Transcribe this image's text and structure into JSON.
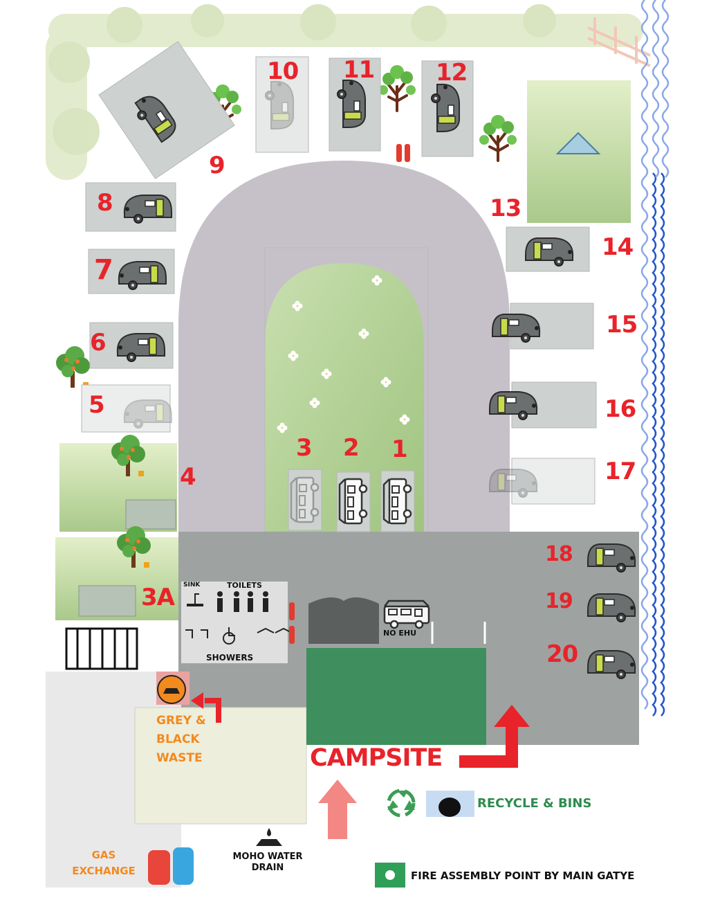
{
  "map": {
    "pitches": [
      {
        "id": "1",
        "type": "motorhome"
      },
      {
        "id": "2",
        "type": "motorhome"
      },
      {
        "id": "3",
        "type": "motorhome"
      },
      {
        "id": "3A",
        "type": "grass"
      },
      {
        "id": "4",
        "type": "grass"
      },
      {
        "id": "5",
        "type": "caravan"
      },
      {
        "id": "6",
        "type": "caravan"
      },
      {
        "id": "7",
        "type": "caravan"
      },
      {
        "id": "8",
        "type": "caravan"
      },
      {
        "id": "9",
        "type": "caravan"
      },
      {
        "id": "10",
        "type": "caravan"
      },
      {
        "id": "11",
        "type": "caravan"
      },
      {
        "id": "12",
        "type": "caravan"
      },
      {
        "id": "13",
        "type": "tent"
      },
      {
        "id": "14",
        "type": "caravan"
      },
      {
        "id": "15",
        "type": "caravan"
      },
      {
        "id": "16",
        "type": "caravan"
      },
      {
        "id": "17",
        "type": "caravan"
      },
      {
        "id": "18",
        "type": "caravan"
      },
      {
        "id": "19",
        "type": "caravan"
      },
      {
        "id": "20",
        "type": "caravan"
      }
    ],
    "facilities": {
      "sink": "SINK",
      "toilets": "TOILETS",
      "showers": "SHOWERS",
      "no_ehu": "NO EHU"
    },
    "labels": {
      "grey_black_waste": "GREY & BLACK WASTE",
      "campsite": "CAMPSITE",
      "recycle_bins": "RECYCLE & BINS",
      "gas_exchange": "GAS EXCHANGE",
      "moho_water_drain": "MOHO WATER DRAIN",
      "fire_assembly": "FIRE ASSEMBLY POINT BY MAIN GATYE"
    },
    "colors": {
      "road": "#c6c1c8",
      "hardstanding": "#9ea3a1",
      "pitch_number": "#e8232a",
      "waste_text": "#f28a1e",
      "recycle_text": "#2e8b4f",
      "water": "#2456c9",
      "green_block": "#3e8f5d"
    }
  }
}
